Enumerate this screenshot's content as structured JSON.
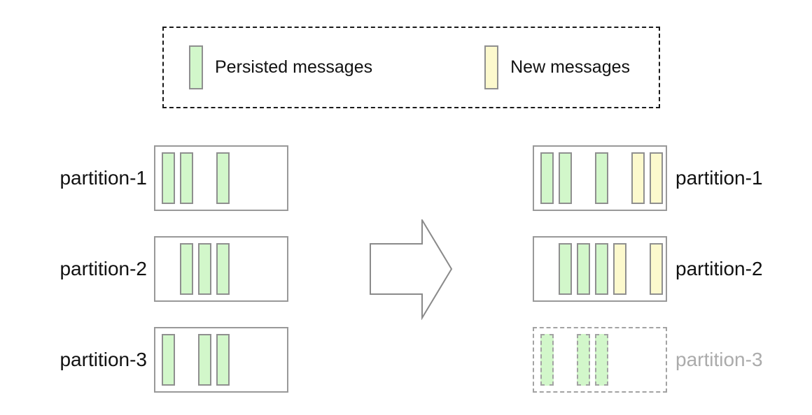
{
  "colors": {
    "persisted": "#d2f7ca",
    "new": "#fcf9cd",
    "bar_border": "#8f8f8f",
    "box_border": "#999999",
    "legend_border": "#1a1a1a",
    "arrow_stroke": "#8a8a8a",
    "text": "#111111",
    "faded_text": "#ababab",
    "faded_border": "#a3a3a3"
  },
  "legend": {
    "items": [
      {
        "label": "Persisted messages",
        "type": "persisted",
        "swatch_icon": "persisted-message-swatch"
      },
      {
        "label": "New messages",
        "type": "new",
        "swatch_icon": "new-message-swatch"
      }
    ]
  },
  "left_partitions": [
    {
      "label": "partition-1",
      "slots": [
        "P",
        "P",
        "",
        "P",
        "",
        "",
        ""
      ],
      "faded": false
    },
    {
      "label": "partition-2",
      "slots": [
        "",
        "P",
        "P",
        "P",
        "",
        "",
        ""
      ],
      "faded": false
    },
    {
      "label": "partition-3",
      "slots": [
        "P",
        "",
        "P",
        "P",
        "",
        "",
        ""
      ],
      "faded": false
    }
  ],
  "right_partitions": [
    {
      "label": "partition-1",
      "slots": [
        "P",
        "P",
        "",
        "P",
        "",
        "N",
        "N"
      ],
      "faded": false
    },
    {
      "label": "partition-2",
      "slots": [
        "",
        "P",
        "P",
        "P",
        "N",
        "",
        "N"
      ],
      "faded": false
    },
    {
      "label": "partition-3",
      "slots": [
        "P",
        "",
        "P",
        "P",
        "",
        "",
        ""
      ],
      "faded": true
    }
  ],
  "arrow": {
    "icon": "block-arrow-right"
  }
}
